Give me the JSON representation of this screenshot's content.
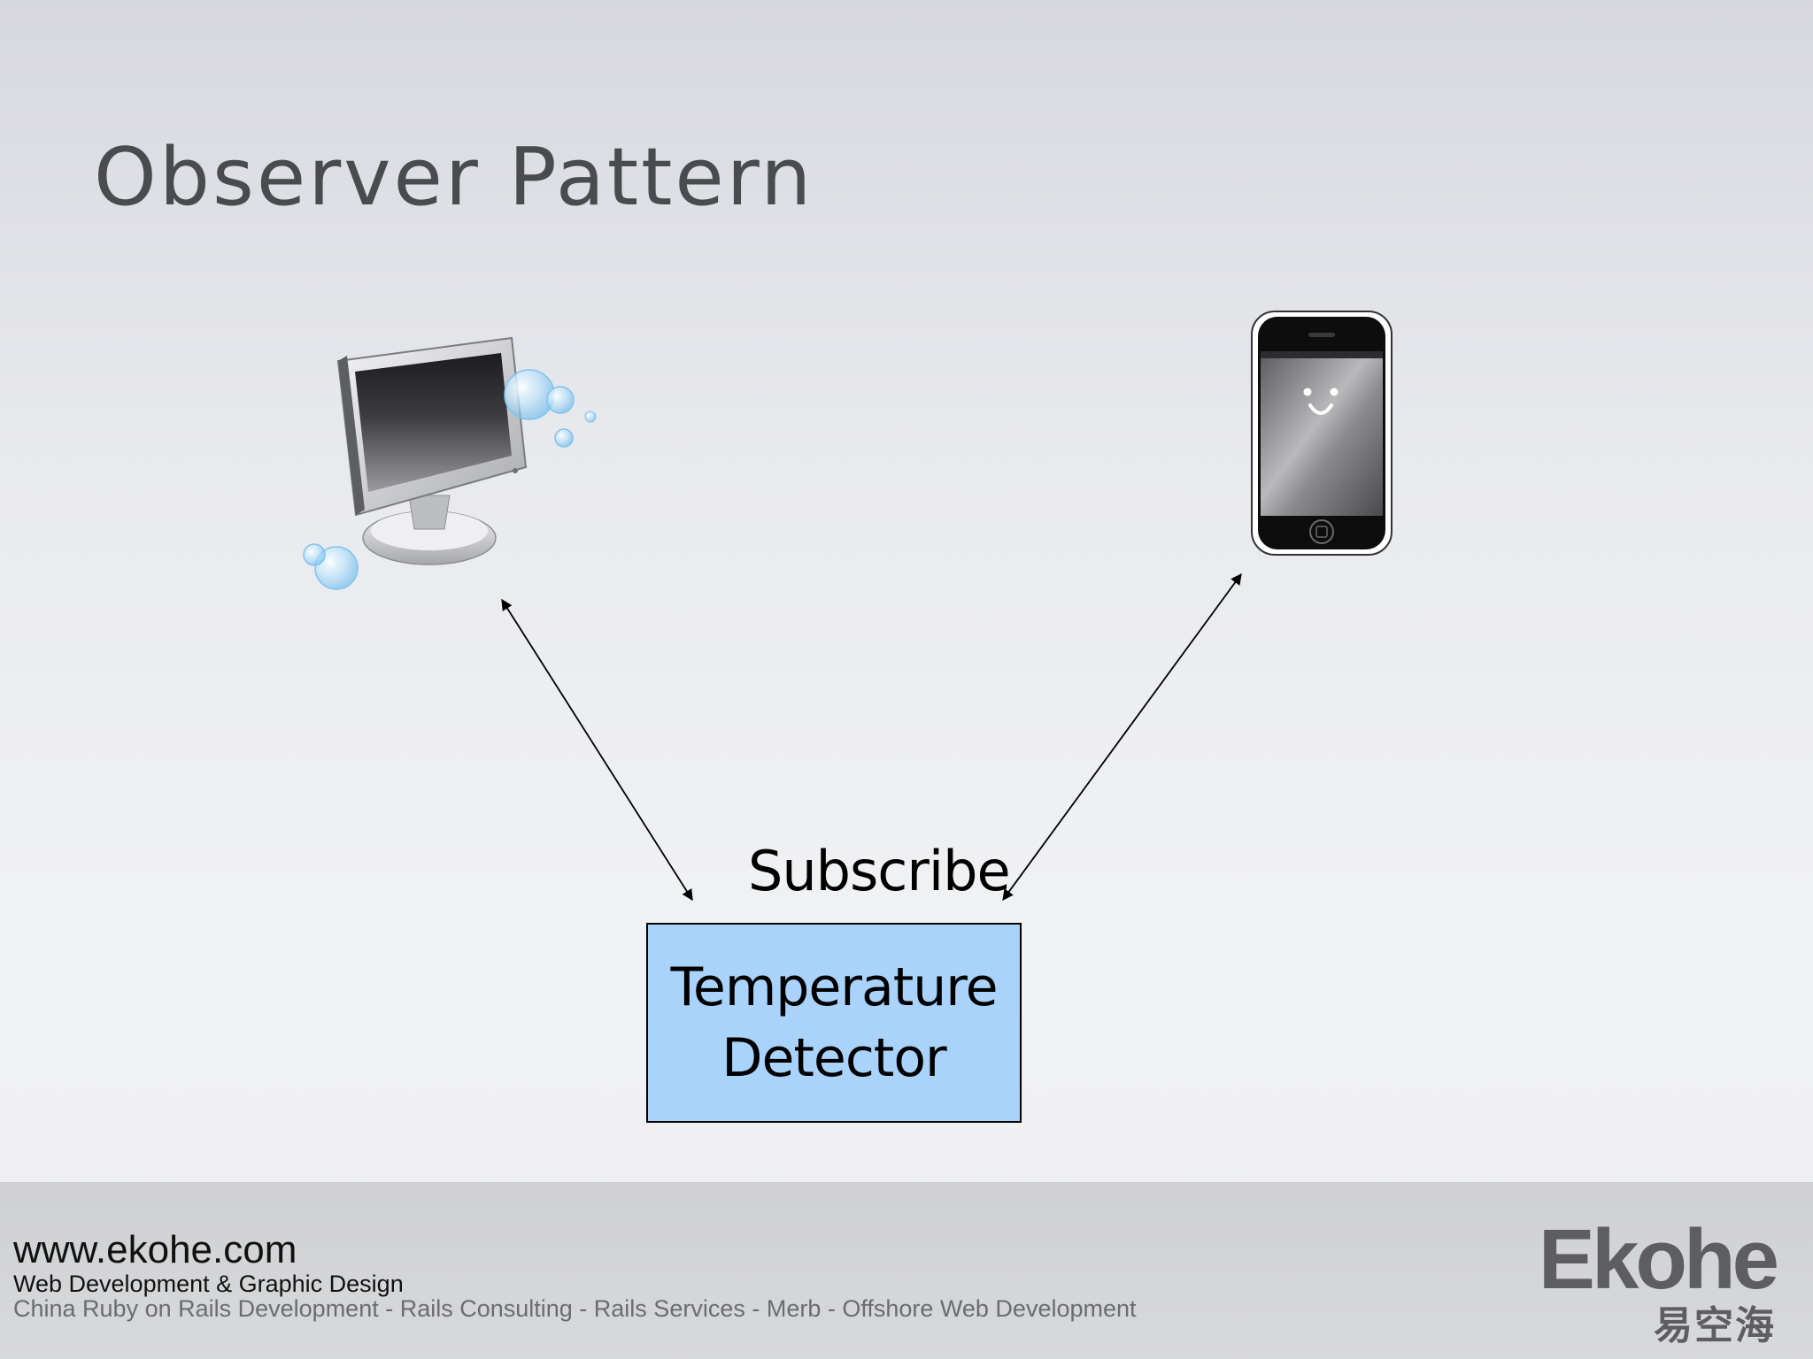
{
  "slide": {
    "title": "Observer Pattern"
  },
  "diagram": {
    "subject_label": "Temperature Detector",
    "subject_lines": [
      "Temperature",
      "Detector"
    ],
    "arrow_label": "Subscribe",
    "observers": [
      {
        "icon": "desktop-monitor-icon"
      },
      {
        "icon": "smartphone-icon"
      }
    ],
    "colors": {
      "subject_fill": "#a9d3fb",
      "arrow": "#000000"
    }
  },
  "footer": {
    "url": "www.ekohe.com",
    "tagline": "Web Development & Graphic Design",
    "services": "China Ruby on Rails Development - Rails Consulting - Rails Services - Merb - Offshore Web Development"
  },
  "brand": {
    "name": "Ekohe",
    "name_cn": "易空海"
  }
}
